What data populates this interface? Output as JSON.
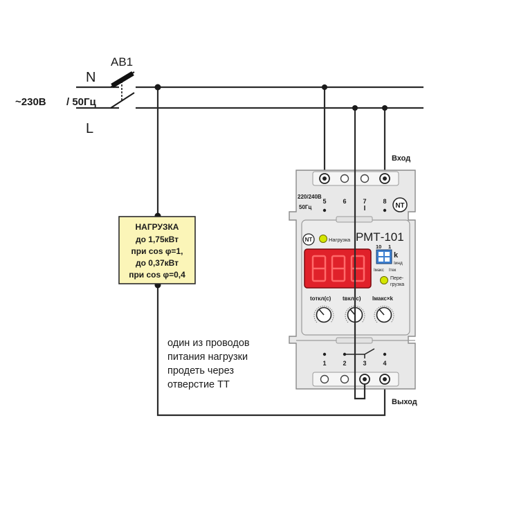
{
  "source": {
    "neutral_label": "N",
    "line_label": "L",
    "breaker_label": "АВ1",
    "voltage_label": "~230В",
    "frequency_label": "/ 50Гц"
  },
  "load_box": {
    "lines": [
      "НАГРУЗКА",
      "до 1,75кВт",
      "при cos φ=1,",
      "до 0,37кВт",
      "при cos φ=0,4"
    ],
    "fill_color": "#fbf5b8",
    "border_color": "#2a2a2a"
  },
  "note": {
    "lines": [
      "один из проводов",
      "питания нагрузки",
      "продеть через",
      "отверстие ТТ"
    ]
  },
  "device": {
    "model": "РМТ-101",
    "supply_label_1": "220/240В",
    "supply_label_2": "50Гц",
    "top_terminals": [
      "5",
      "6",
      "7",
      "8"
    ],
    "bottom_terminals": [
      "1",
      "2",
      "3",
      "4"
    ],
    "input_label": "Вход",
    "output_label": "Выход",
    "load_indicator_label": "Нагрузка",
    "overload_label_1": "Пере-",
    "overload_label_2": "грузка",
    "dip_label_10": "10",
    "dip_label_1": "1",
    "dip_label_k": "k",
    "i_ind_label": "Iинд",
    "i_max_label": "Iмакс",
    "i_tek_label": "Iтек",
    "knob_labels": [
      "tоткл(с)",
      "tвкл(с)",
      "Iмакс×k"
    ],
    "led_color": "#d4e600",
    "display_color": "#e0212a"
  }
}
